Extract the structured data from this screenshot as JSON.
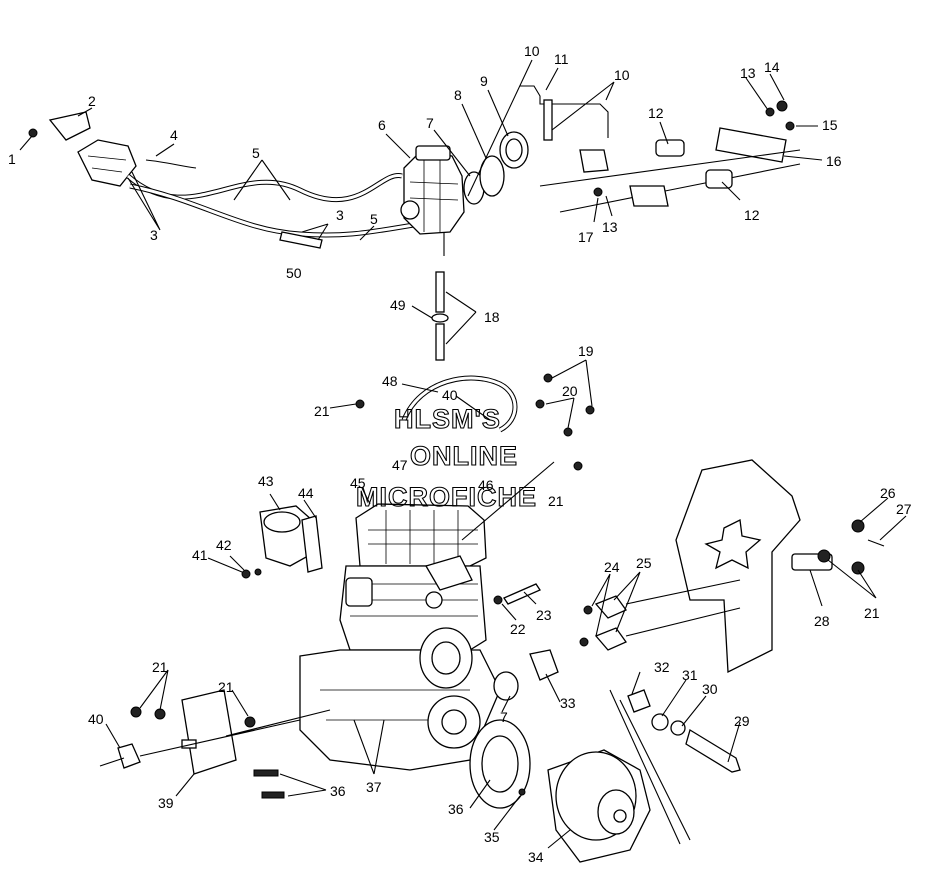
{
  "watermark": {
    "line1": "HLSM'S",
    "line2": "ONLINE",
    "line3": "MICROFICHE"
  },
  "callouts": [
    {
      "id": "c1",
      "text": "1"
    },
    {
      "id": "c2",
      "text": "2"
    },
    {
      "id": "c3a",
      "text": "3"
    },
    {
      "id": "c3b",
      "text": "3"
    },
    {
      "id": "c4",
      "text": "4"
    },
    {
      "id": "c5a",
      "text": "5"
    },
    {
      "id": "c5b",
      "text": "5"
    },
    {
      "id": "c6",
      "text": "6"
    },
    {
      "id": "c7a",
      "text": "7"
    },
    {
      "id": "c7b",
      "text": "7"
    },
    {
      "id": "c8",
      "text": "8"
    },
    {
      "id": "c9",
      "text": "9"
    },
    {
      "id": "c10a",
      "text": "10"
    },
    {
      "id": "c10b",
      "text": "10"
    },
    {
      "id": "c11",
      "text": "11"
    },
    {
      "id": "c12a",
      "text": "12"
    },
    {
      "id": "c12b",
      "text": "12"
    },
    {
      "id": "c13a",
      "text": "13"
    },
    {
      "id": "c13b",
      "text": "13"
    },
    {
      "id": "c14",
      "text": "14"
    },
    {
      "id": "c15",
      "text": "15"
    },
    {
      "id": "c16",
      "text": "16"
    },
    {
      "id": "c17",
      "text": "17"
    },
    {
      "id": "c18",
      "text": "18"
    },
    {
      "id": "c19",
      "text": "19"
    },
    {
      "id": "c20",
      "text": "20"
    },
    {
      "id": "c21a",
      "text": "21"
    },
    {
      "id": "c21b",
      "text": "21"
    },
    {
      "id": "c21c",
      "text": "21"
    },
    {
      "id": "c21d",
      "text": "21"
    },
    {
      "id": "c21e",
      "text": "21"
    },
    {
      "id": "c22",
      "text": "22"
    },
    {
      "id": "c23",
      "text": "23"
    },
    {
      "id": "c24",
      "text": "24"
    },
    {
      "id": "c25",
      "text": "25"
    },
    {
      "id": "c26",
      "text": "26"
    },
    {
      "id": "c27",
      "text": "27"
    },
    {
      "id": "c28",
      "text": "28"
    },
    {
      "id": "c29",
      "text": "29"
    },
    {
      "id": "c30",
      "text": "30"
    },
    {
      "id": "c31",
      "text": "31"
    },
    {
      "id": "c32",
      "text": "32"
    },
    {
      "id": "c33",
      "text": "33"
    },
    {
      "id": "c34",
      "text": "34"
    },
    {
      "id": "c35",
      "text": "35"
    },
    {
      "id": "c36a",
      "text": "36"
    },
    {
      "id": "c36b",
      "text": "36"
    },
    {
      "id": "c37",
      "text": "37"
    },
    {
      "id": "c39",
      "text": "39"
    },
    {
      "id": "c40a",
      "text": "40"
    },
    {
      "id": "c40b",
      "text": "40"
    },
    {
      "id": "c41",
      "text": "41"
    },
    {
      "id": "c42",
      "text": "42"
    },
    {
      "id": "c43",
      "text": "43"
    },
    {
      "id": "c44",
      "text": "44"
    },
    {
      "id": "c45",
      "text": "45"
    },
    {
      "id": "c46",
      "text": "46"
    },
    {
      "id": "c47",
      "text": "47"
    },
    {
      "id": "c48",
      "text": "48"
    },
    {
      "id": "c49",
      "text": "49"
    },
    {
      "id": "c50",
      "text": "50"
    }
  ]
}
